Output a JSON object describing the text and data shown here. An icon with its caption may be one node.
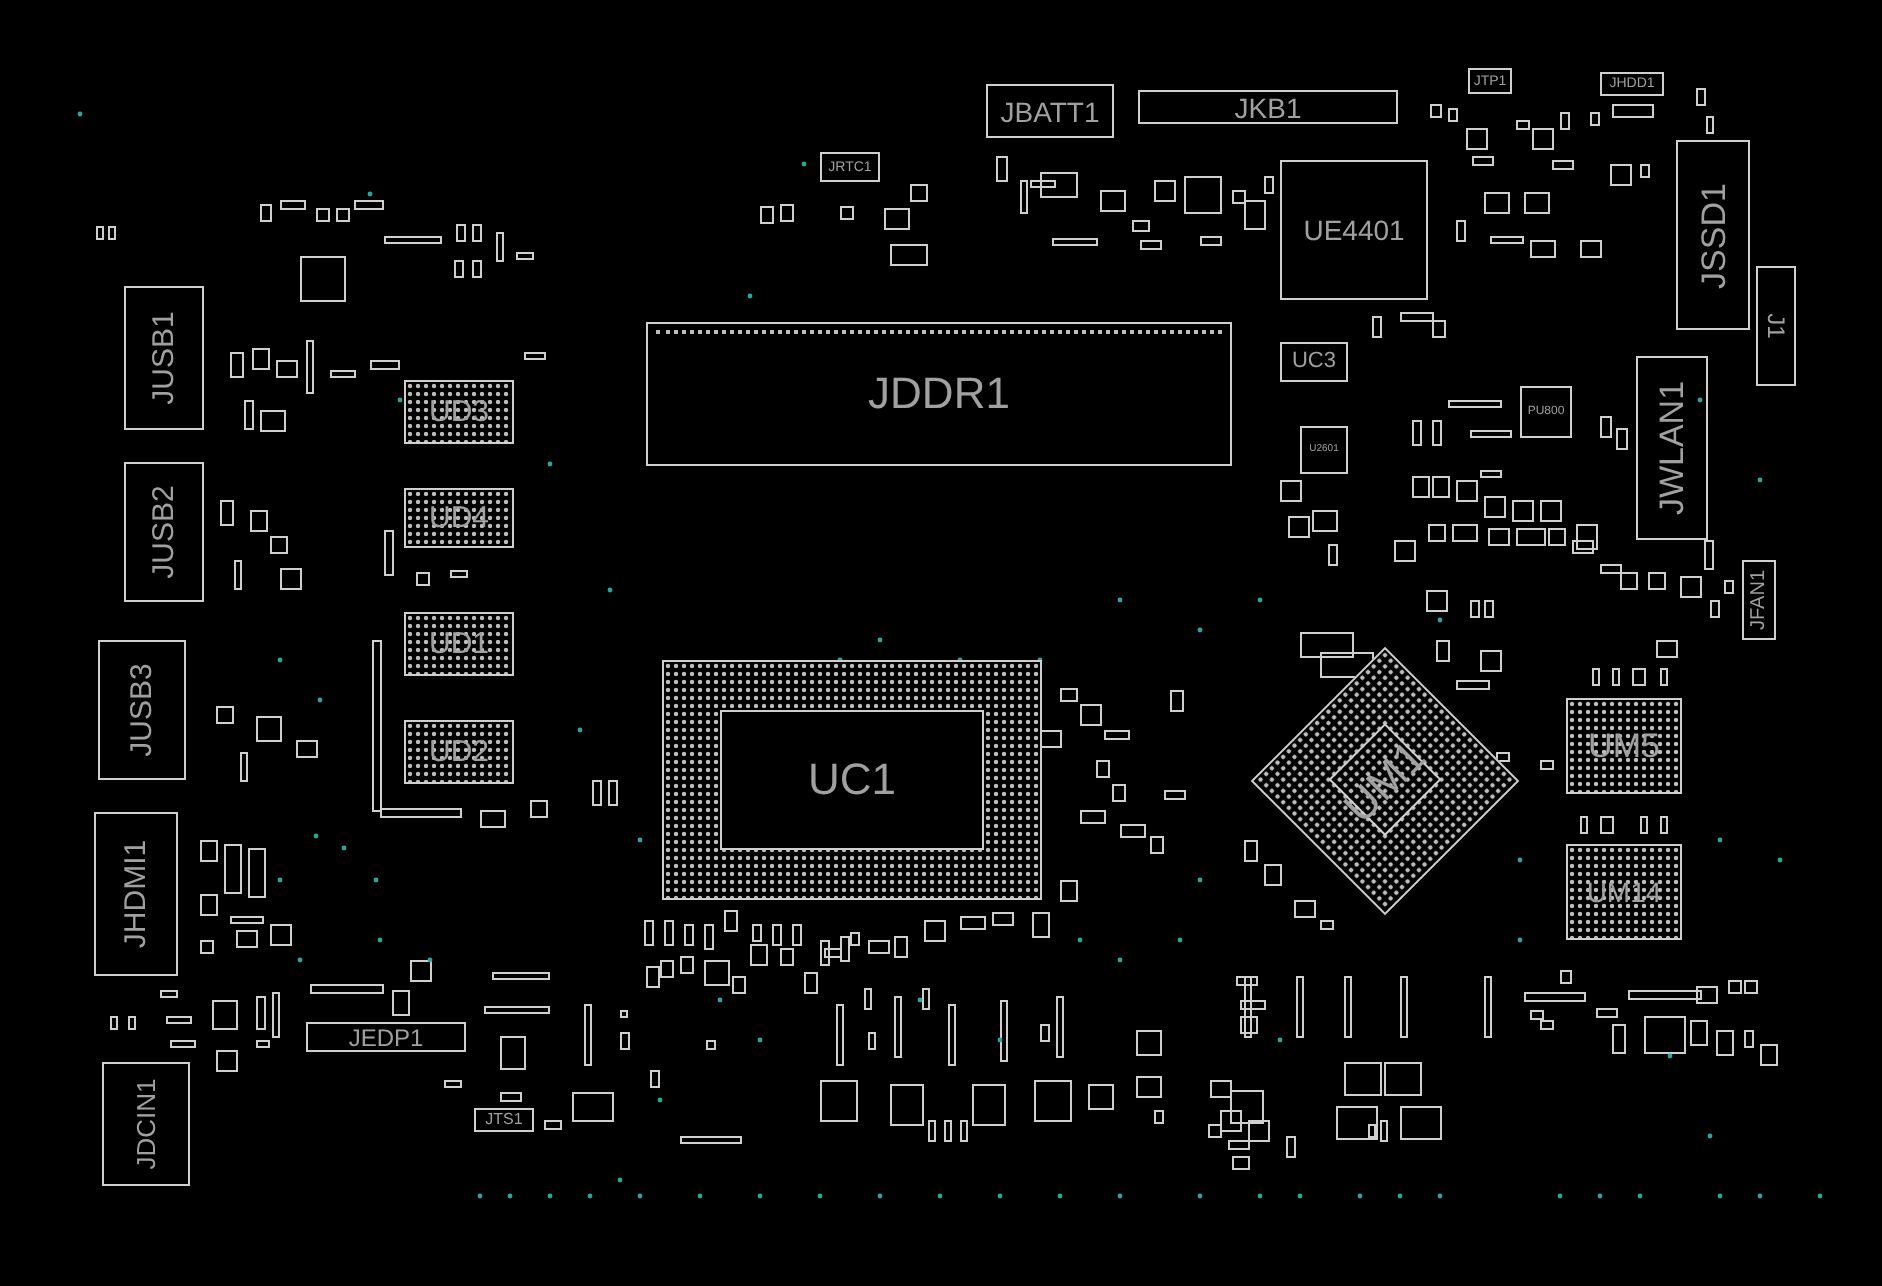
{
  "diagram": {
    "nodes": [
      {
        "text": [
          "JBATT1"
        ]
      },
      {
        "text": [
          "JKB1"
        ]
      },
      {
        "text": [
          "JTP1"
        ]
      },
      {
        "text": [
          "JHDD1"
        ]
      },
      {
        "text": [
          "JRTC1"
        ]
      },
      {
        "text": [
          "UE4401"
        ]
      },
      {
        "text": [
          "JSSD1"
        ]
      },
      {
        "text": [
          "J1"
        ]
      },
      {
        "text": [
          "JDDR1"
        ]
      },
      {
        "text": [
          "UC3"
        ]
      },
      {
        "text": [
          "U2601"
        ]
      },
      {
        "text": [
          "PU800"
        ]
      },
      {
        "text": [
          "JWLAN1"
        ]
      },
      {
        "text": [
          "JUSB1"
        ]
      },
      {
        "text": [
          "UD3"
        ]
      },
      {
        "text": [
          "JUSB2"
        ]
      },
      {
        "text": [
          "UD4"
        ]
      },
      {
        "text": [
          "JFAN1"
        ]
      },
      {
        "text": [
          "UD1"
        ]
      },
      {
        "text": [
          "JUSB3"
        ]
      },
      {
        "text": [
          "UC1"
        ]
      },
      {
        "text": [
          "UM1"
        ]
      },
      {
        "text": [
          "UM5"
        ]
      },
      {
        "text": [
          "UD2"
        ]
      },
      {
        "text": [
          "JHDMI1"
        ]
      },
      {
        "text": [
          "UM14"
        ]
      },
      {
        "text": [
          "JEDP1"
        ]
      },
      {
        "text": [
          "JDCIN1"
        ]
      },
      {
        "text": [
          "JTS1"
        ]
      }
    ]
  }
}
